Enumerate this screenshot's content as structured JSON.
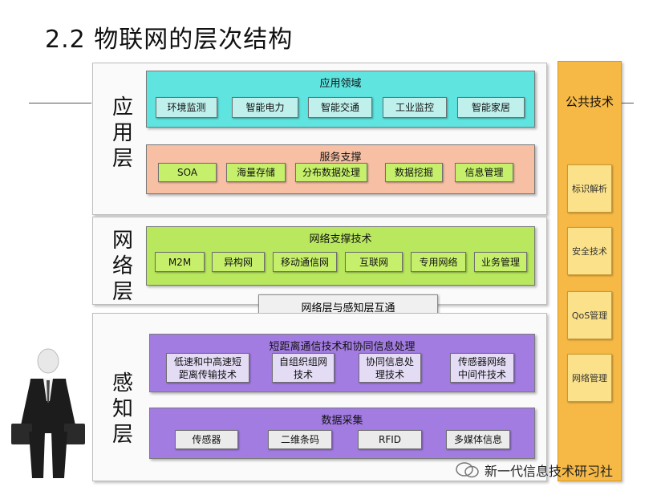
{
  "slide": {
    "title": "2.2 物联网的层次结构"
  },
  "layers": {
    "application": {
      "label": "应用层",
      "domains": {
        "title": "应用领域",
        "items": [
          "环境监测",
          "智能电力",
          "智能交通",
          "工业监控",
          "智能家居"
        ]
      },
      "services": {
        "title": "服务支撑",
        "items": [
          "SOA",
          "海量存储",
          "分布数据处理",
          "数据挖掘",
          "信息管理"
        ]
      }
    },
    "network": {
      "label": "网络层",
      "support": {
        "title": "网络支撑技术",
        "items": [
          "M2M",
          "异构网",
          "移动通信网",
          "互联网",
          "专用网络",
          "业务管理"
        ]
      }
    },
    "interconnect": "网络层与感知层互通",
    "perception": {
      "label": "感知层",
      "short_range": {
        "title": "短距离通信技术和协同信息处理",
        "items": [
          "低速和中高速短距离传输技术",
          "自组织组网技术",
          "协同信息处理技术",
          "传感器网络中间件技术"
        ]
      },
      "collection": {
        "title": "数据采集",
        "items": [
          "传感器",
          "二维条码",
          "RFID",
          "多媒体信息"
        ]
      }
    }
  },
  "public_tech": {
    "title": "公共技术",
    "items": [
      "标识解析",
      "安全技术",
      "QoS管理",
      "网络管理"
    ]
  },
  "watermark": "新一代信息技术研习社",
  "colors": {
    "cyan": "#5fe4e0",
    "peach": "#f7c0a4",
    "lime": "#b9e85e",
    "purple": "#a37ce2",
    "orange": "#f7b945"
  }
}
